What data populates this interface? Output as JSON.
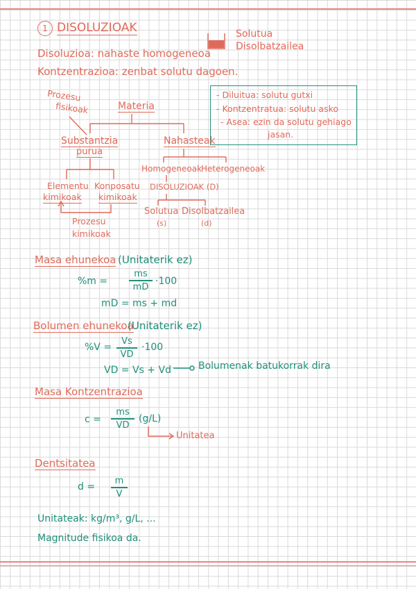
{
  "title": {
    "number": "1",
    "text": "DISOLUZIOAK"
  },
  "legend": {
    "line1": "Solutua",
    "line2": "Disolbatzailea"
  },
  "definitions": {
    "disoluzioa": "Disoluzioa: nahaste homogeneoa",
    "kontzentrazioa": "Kontzentrazioa: zenbat solutu dagoen."
  },
  "infobox": {
    "line1": "- Diluitua: solutu gutxi",
    "line2": "- Kontzentratua: solutu asko",
    "line3": "- Asea: ezin da solutu gehiago",
    "line4": "jasan."
  },
  "tree": {
    "prozesu_fisikoak_1": "Prozesu",
    "prozesu_fisikoak_2": "fisikoak",
    "materia": "Materia",
    "substantzia_1": "Substantzia",
    "substantzia_2": "purua",
    "nahasteak": "Nahasteak",
    "homogeneoak": "Homogeneoak",
    "heterogeneoak": "Heterogeneoak",
    "elementu_1": "Elementu",
    "elementu_2": "kimikoak",
    "konposatu_1": "Konposatu",
    "konposatu_2": "kimikoak",
    "disoluzioak": "DISOLUZIOAK (D)",
    "solutua": "Solutua",
    "solutua_sym": "(s)",
    "disolbatzailea": "Disolbatzailea",
    "disolbatzailea_sym": "(d)",
    "prozesu_kimikoak_1": "Prozesu",
    "prozesu_kimikoak_2": "kimikoak"
  },
  "sections": {
    "masa_ehunekoa": {
      "heading": "Masa ehunekoa",
      "note": "(Unitaterik ez)"
    },
    "bolumen_ehunekoa": {
      "heading": "Bolumen ehunekoa",
      "note": "(Unitaterik ez)"
    },
    "masa_kontzentrazioa": {
      "heading": "Masa Kontzentrazioa"
    },
    "dentsitatea": {
      "heading": "Dentsitatea"
    }
  },
  "formulas": {
    "pct_m_lhs": "%m =",
    "pct_m_num": "ms",
    "pct_m_den": "mD",
    "pct_m_tail": "·100",
    "mass_sum": "mD = ms + md",
    "pct_v_lhs": "%V =",
    "pct_v_num": "Vs",
    "pct_v_den": "VD",
    "pct_v_tail": "·100",
    "vol_sum": "VD = Vs + Vd",
    "vol_note": "Bolumenak batukorrak dira",
    "c_lhs": "c =",
    "c_num": "ms",
    "c_den": "VD",
    "c_unit": "(g/L)",
    "c_unit_note": "Unitatea",
    "d_lhs": "d =",
    "d_num": "m",
    "d_den": "V"
  },
  "footer": {
    "units": "Unitateak: kg/m³, g/L, ...",
    "magnitude": "Magnitude fisikoa da."
  },
  "colors": {
    "red": "#e06a5a",
    "teal": "#1f8f7a",
    "rule": "#e9847a"
  },
  "icons": [
    "beaker-icon"
  ]
}
